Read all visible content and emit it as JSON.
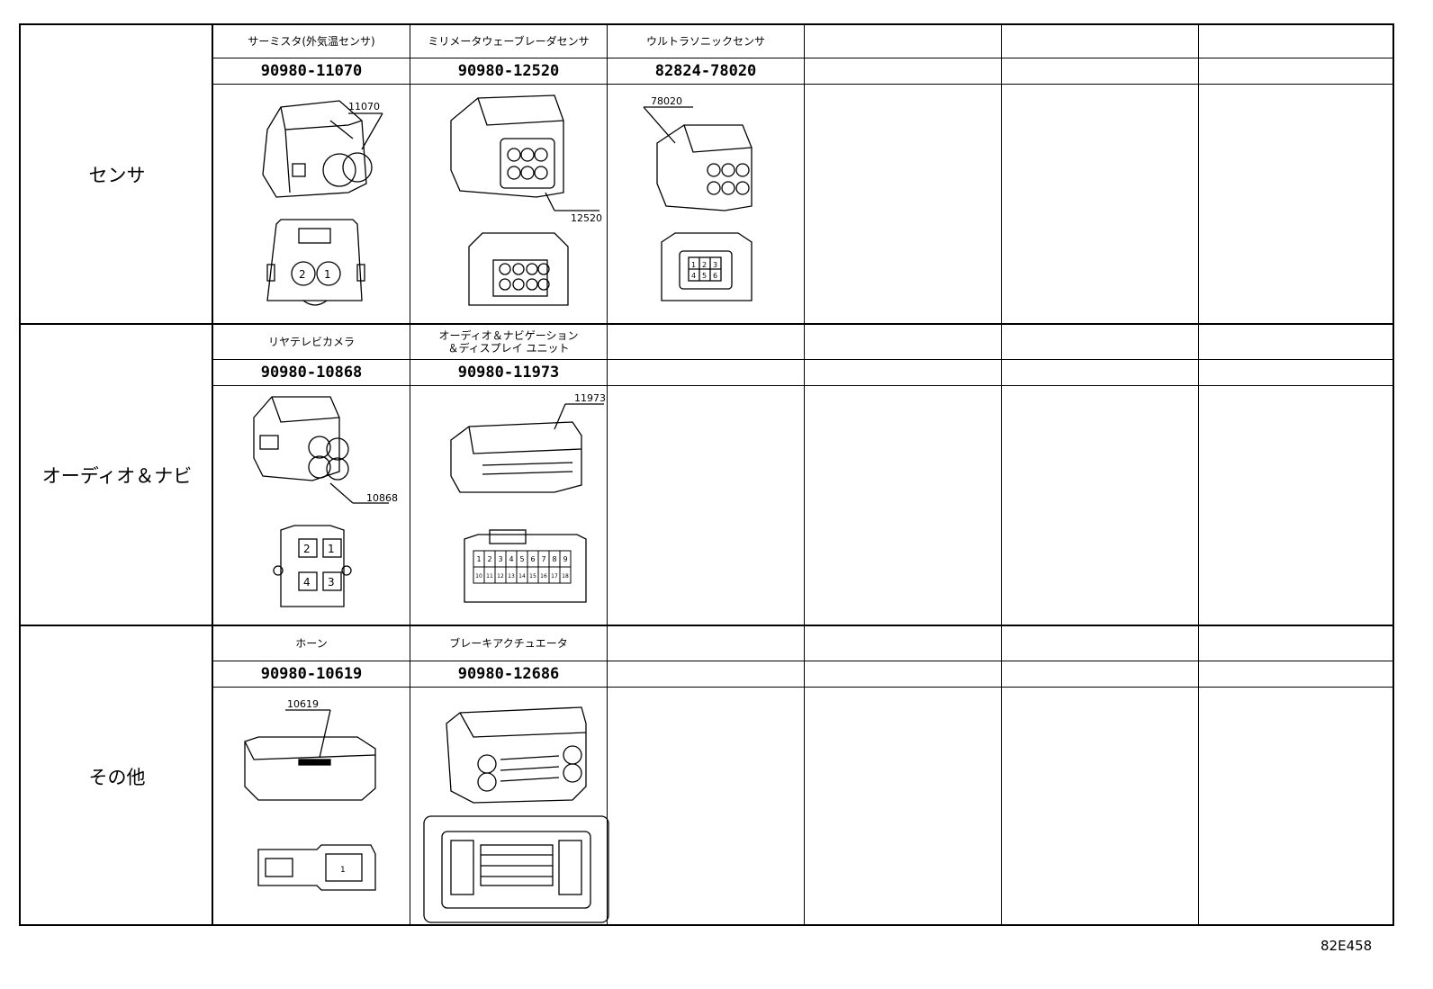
{
  "sections": [
    {
      "category": "センサ",
      "items": [
        {
          "name": "サーミスタ(外気温センサ)",
          "part": "90980-11070",
          "callout": "11070",
          "icon": "connector-2pin-icon",
          "pins": [
            "2",
            "1"
          ]
        },
        {
          "name": "ミリメータウェーブレーダセンサ",
          "part": "90980-12520",
          "callout": "12520",
          "icon": "connector-8pin-icon",
          "pins": []
        },
        {
          "name": "ウルトラソニックセンサ",
          "part": "82824-78020",
          "callout": "78020",
          "icon": "connector-6pin-icon",
          "pins": [
            "1",
            "2",
            "3",
            "4",
            "5",
            "6"
          ]
        }
      ]
    },
    {
      "category": "オーディオ＆ナビ",
      "items": [
        {
          "name": "リヤテレビカメラ",
          "part": "90980-10868",
          "callout": "10868",
          "icon": "connector-4pin-icon",
          "pins": [
            "2",
            "1",
            "4",
            "3"
          ]
        },
        {
          "name": "オーディオ＆ナビゲーション\n＆ディスプレイ ユニット",
          "part": "90980-11973",
          "callout": "11973",
          "icon": "connector-18pin-icon",
          "pins": [
            "1",
            "2",
            "3",
            "4",
            "5",
            "6",
            "7",
            "8",
            "9",
            "10",
            "11",
            "12",
            "13",
            "14",
            "15",
            "16",
            "17",
            "18"
          ]
        }
      ]
    },
    {
      "category": "その他",
      "items": [
        {
          "name": "ホーン",
          "part": "90980-10619",
          "callout": "10619",
          "icon": "connector-1pin-icon",
          "pins": [
            "1"
          ]
        },
        {
          "name": "ブレーキアクチュエータ",
          "part": "90980-12686",
          "callout": "",
          "icon": "connector-multipin-icon",
          "pins": []
        }
      ]
    }
  ],
  "figure_code": "82E458"
}
